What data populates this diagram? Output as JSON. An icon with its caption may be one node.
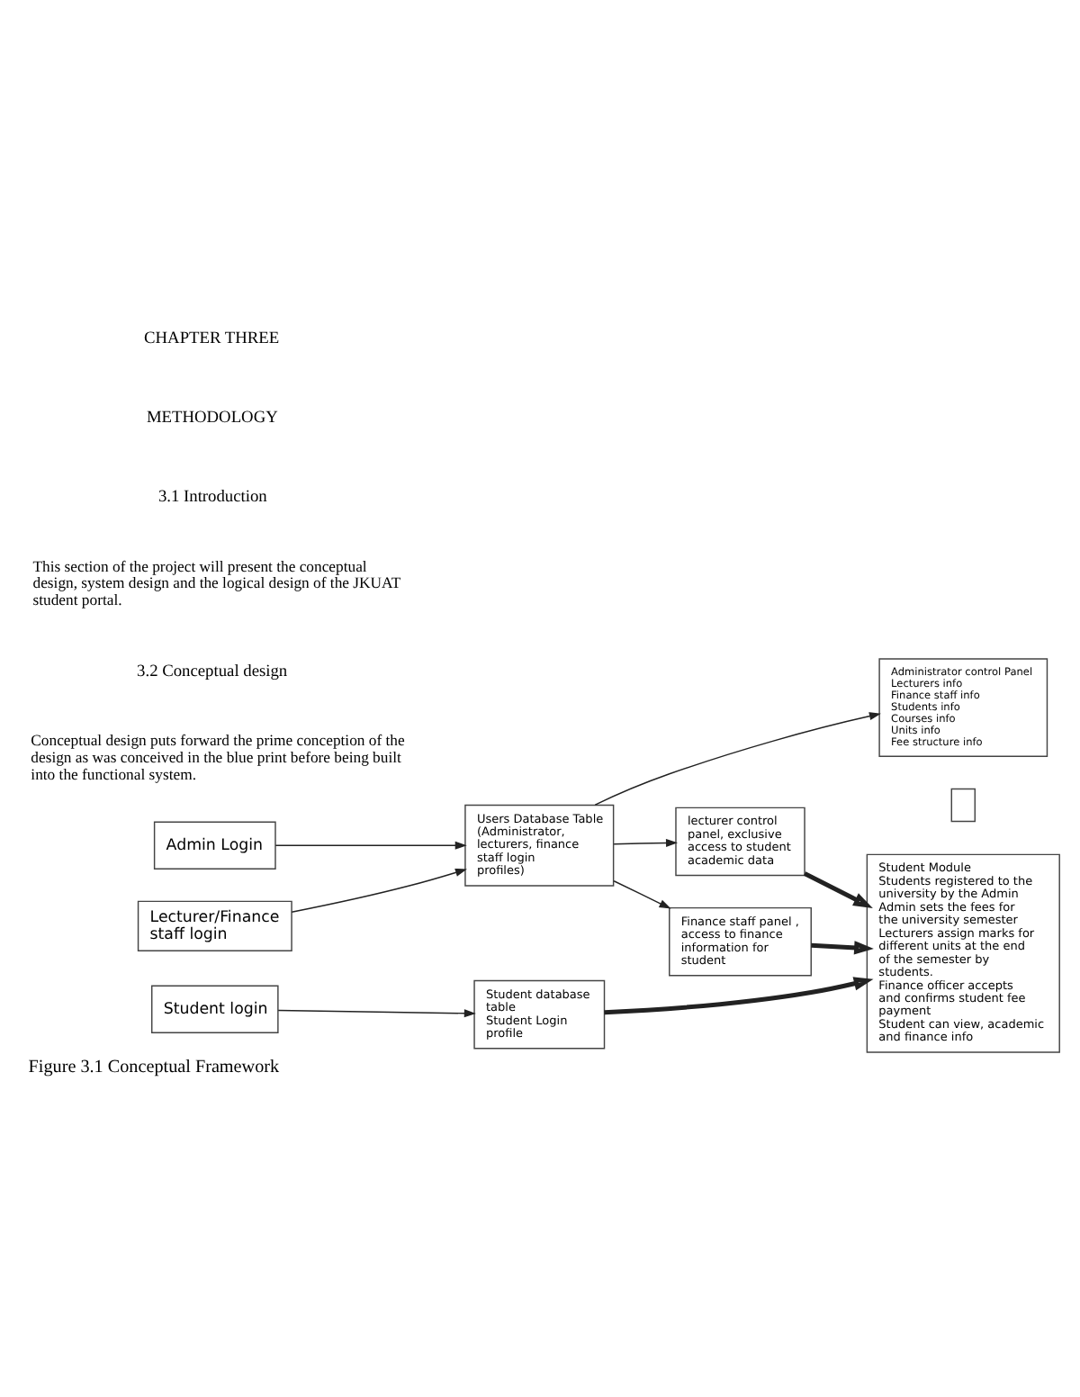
{
  "diagram": {
    "caption": "Figure 3.1 Conceptual Framework",
    "nodes": [
      {
        "text": [
          "Admin Login"
        ]
      },
      {
        "text": [
          "Lecturer/Finance staff login"
        ]
      },
      {
        "text": [
          "Student login"
        ]
      },
      {
        "text": [
          "Users Database Table",
          "(Administrator, lecturers, finance staff login profiles)"
        ]
      },
      {
        "text": [
          "Student database table",
          "Student Login profile"
        ]
      },
      {
        "text": [
          "Administrator control Panel",
          "Lecturers info",
          "Finance staff info",
          "Students info",
          "Courses info",
          "Units info",
          "Fee structure info"
        ]
      },
      {
        "text": [
          "lecturer control panel, exclusive access to student academic data"
        ]
      },
      {
        "text": [
          "Finance staff panel , access to finance information for student"
        ]
      },
      {
        "text": [],
        "shape": "box"
      },
      {
        "text": [
          "Student Module",
          "Students registered to the university by the Admin",
          "Admin sets the fees for the university semester",
          "Lecturers assign marks for different units at the end of the semester by students.",
          "Finance officer accepts and confirms student fee payment",
          "Student can view, academic and finance info"
        ]
      }
    ],
    "edges": [
      {
        "from": 0,
        "to": 3,
        "arrow": "to"
      },
      {
        "from": 1,
        "to": 3,
        "arrow": "to"
      },
      {
        "from": 3,
        "to": 5,
        "arrow": "to"
      },
      {
        "from": 3,
        "to": 6,
        "arrow": "to"
      },
      {
        "from": 3,
        "to": 7,
        "arrow": "to"
      },
      {
        "from": 6,
        "to": 9,
        "arrow": "to",
        "style": "thick"
      },
      {
        "from": 7,
        "to": 9,
        "arrow": "to",
        "style": "thick"
      },
      {
        "from": 2,
        "to": 4,
        "arrow": "to"
      },
      {
        "from": 4,
        "to": 9,
        "arrow": "to",
        "style": "thick"
      }
    ],
    "labels": [
      "CHAPTER THREE",
      "METHODOLOGY",
      "3.1 Introduction",
      "This section of the project will present the conceptual design, system design and the logical design of the JKUAT student portal.",
      "3.2 Conceptual design",
      "Conceptual design puts forward the prime conception of the design as was conceived in the blue print before being built into the functional system."
    ]
  }
}
